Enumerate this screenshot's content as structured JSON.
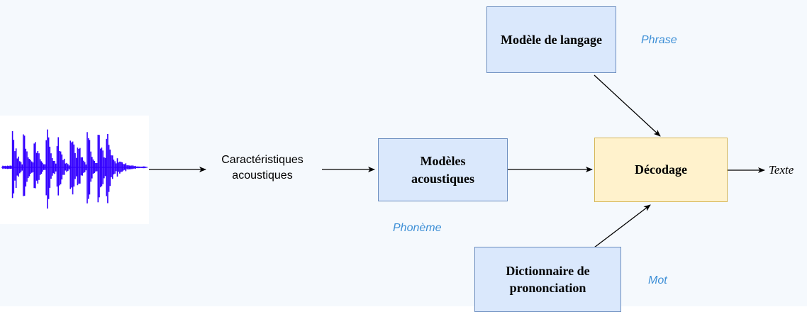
{
  "diagram": {
    "input_label": "Caractéristiques\nacoustiques",
    "nodes": {
      "acoustic_models": "Modèles\nacoustiques",
      "language_model": "Modèle de langage",
      "decoding": "Décodage",
      "pronunciation_dictionary": "Dictionnaire de\nprononciation"
    },
    "units": {
      "acoustic": "Phonème",
      "language": "Phrase",
      "dictionary": "Mot"
    },
    "output_label": "Texte"
  },
  "colors": {
    "model_fill": "#dae8fc",
    "model_border": "#6c8ebf",
    "decoder_fill": "#fff2cc",
    "decoder_border": "#d6b656",
    "unit_text": "#3d8fd6",
    "waveform": "#3300ff"
  }
}
